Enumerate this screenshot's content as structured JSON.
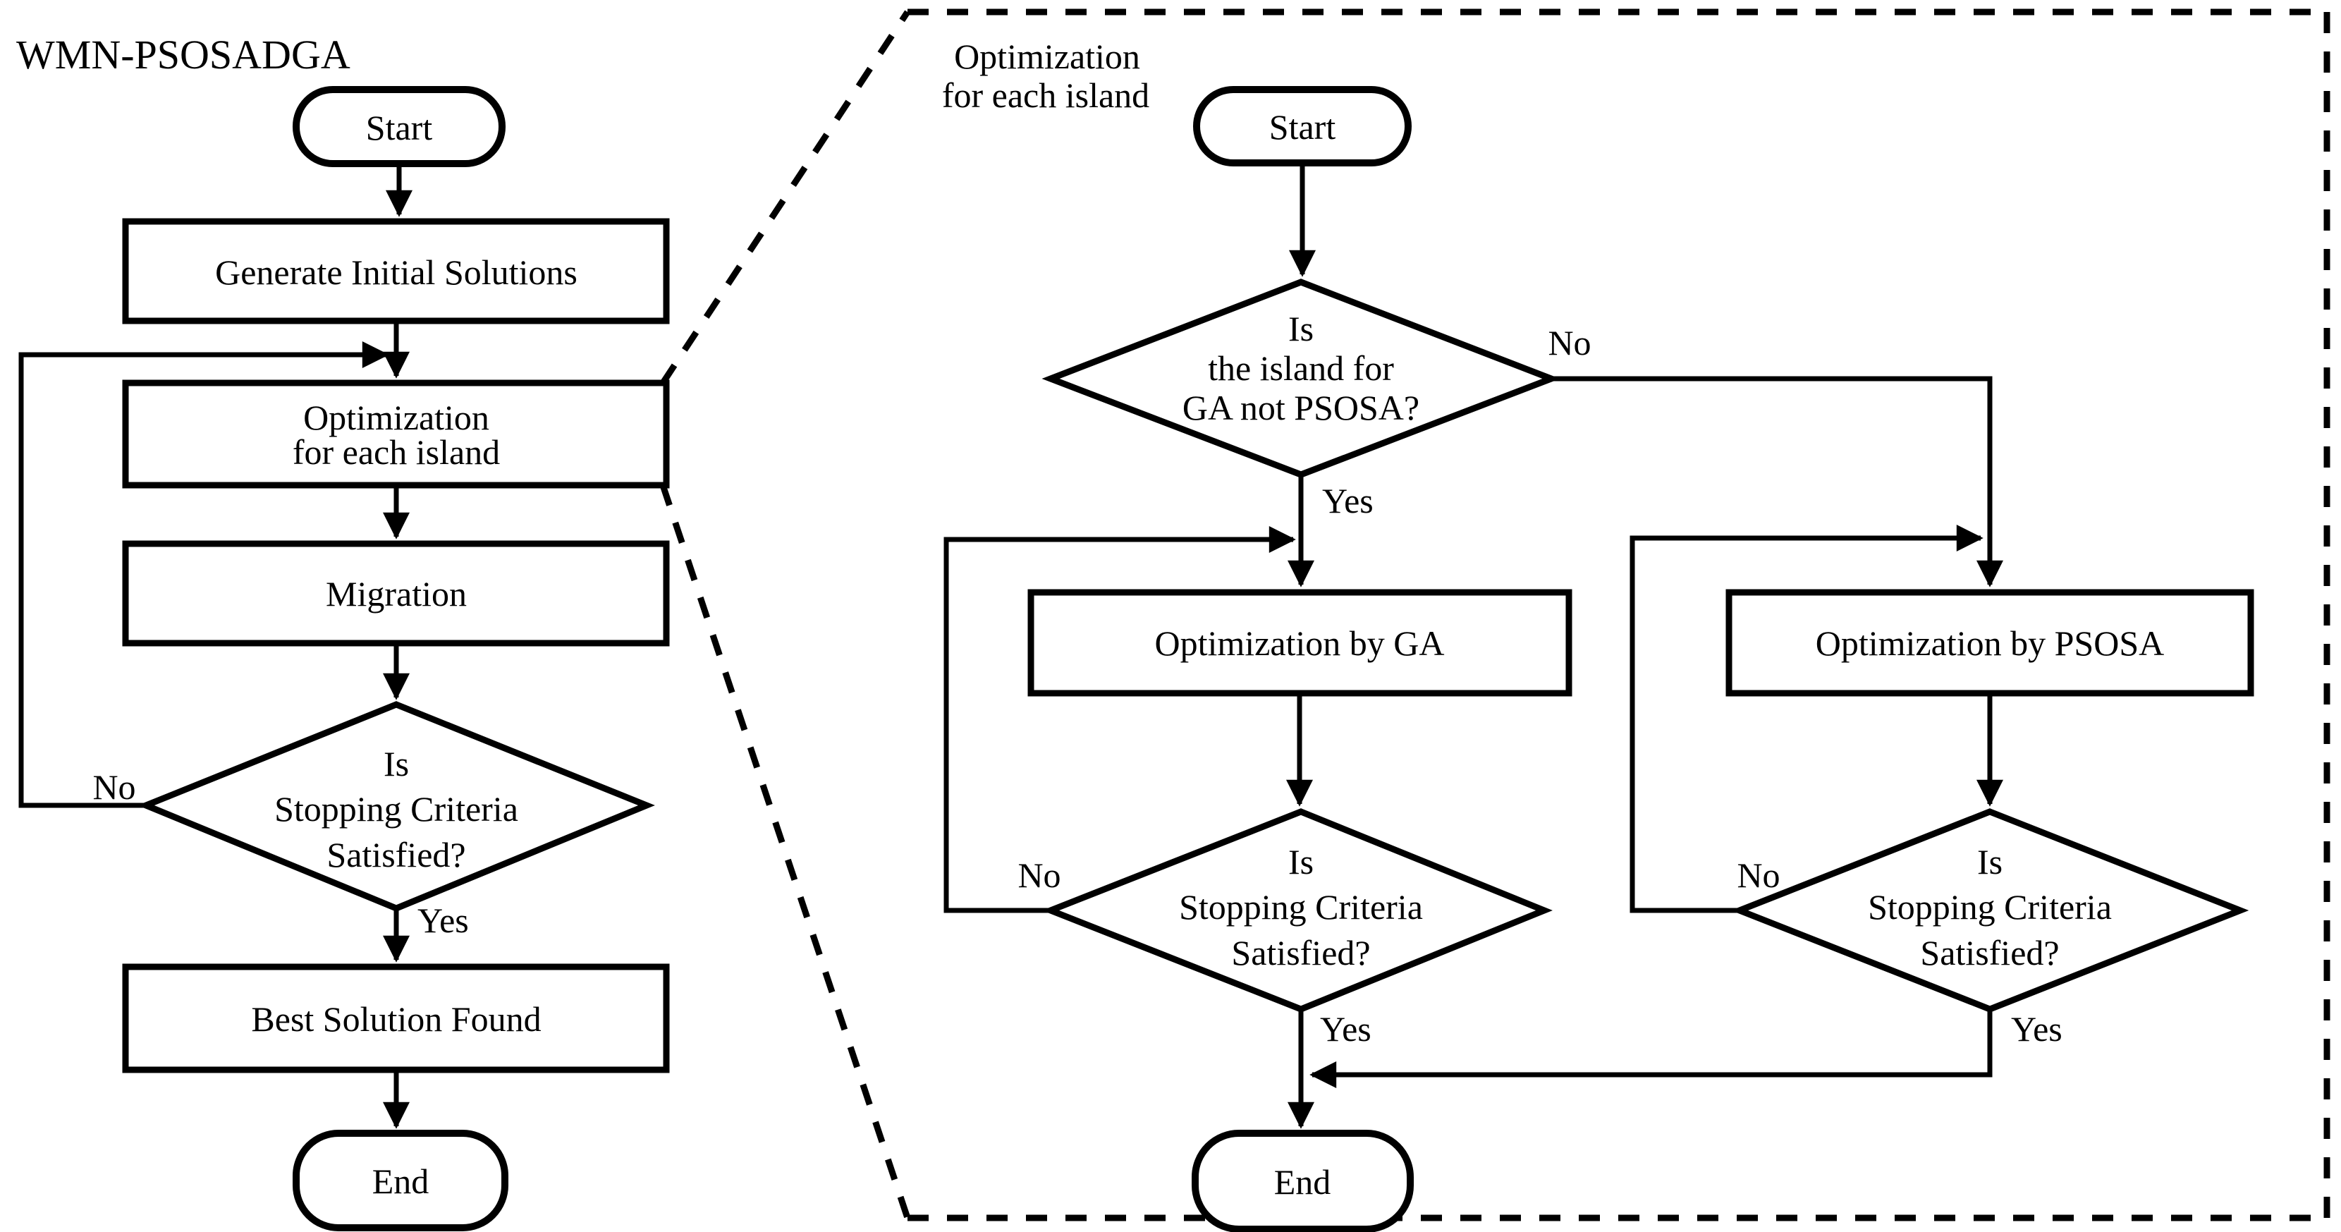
{
  "diagram": {
    "title": "WMN-PSOSADGA",
    "labels": {
      "yes": "Yes",
      "no": "No"
    },
    "colors": {
      "ink": "#000000",
      "paper": "#ffffff"
    },
    "main": {
      "start": "Start",
      "generate": "Generate Initial Solutions",
      "optimization_l1": "Optimization",
      "optimization_l2": "for each island",
      "migration": "Migration",
      "stop_l1": "Is",
      "stop_l2": "Stopping Criteria",
      "stop_l3": "Satisfied?",
      "best": "Best Solution Found",
      "end": "End"
    },
    "detail": {
      "heading_l1": "Optimization",
      "heading_l2": "for each island",
      "start": "Start",
      "island_l1": "Is",
      "island_l2": "the island for",
      "island_l3": "GA not PSOSA?",
      "opt_ga": "Optimization by GA",
      "opt_psosa": "Optimization by PSOSA",
      "stop_l1": "Is",
      "stop_l2": "Stopping Criteria",
      "stop_l3": "Satisfied?",
      "end": "End"
    }
  }
}
